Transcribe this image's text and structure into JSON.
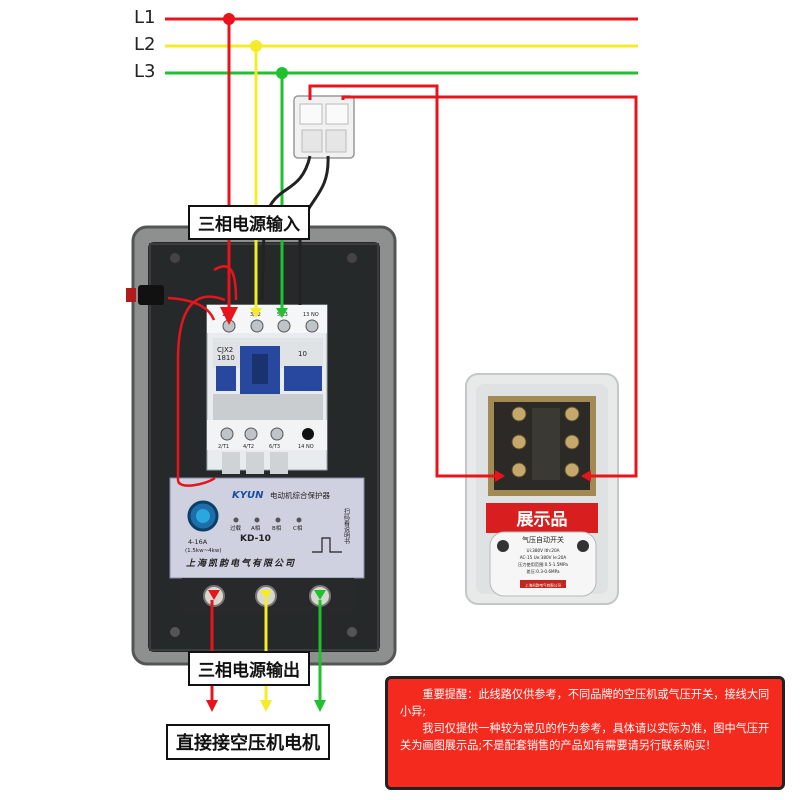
{
  "phases": [
    {
      "label": "L1",
      "color": "#e8141c"
    },
    {
      "label": "L2",
      "color": "#f4ec2a"
    },
    {
      "label": "L3",
      "color": "#1fc22e"
    }
  ],
  "labels": {
    "input": "三相电源输入",
    "output": "三相电源输出",
    "motor": "直接接空压机电机"
  },
  "contactor": {
    "model": "CJX2\n1810",
    "aux": "10",
    "top_terminals": [
      "1/L1",
      "3/L2",
      "5/L3",
      "13 NO"
    ],
    "bottom_terminals": [
      "2/T1",
      "4/T2",
      "6/T3",
      "14 NO"
    ]
  },
  "protector": {
    "brand": "KYUN",
    "name": "电动机综合保护器",
    "model": "KD-10",
    "range": "4-16A",
    "power": "(1.5kw~4kw)",
    "indicators": [
      "过载",
      "A相",
      "B相",
      "C相"
    ],
    "scan_text": "扫码看说明书",
    "manufacturer": "上海凯韵电气有限公司"
  },
  "pressure_switch": {
    "badge": "展示品",
    "title": "气压自动开关",
    "spec_lines": [
      "Ui:380V      Ith:20A",
      "AC-15 Ue:380V    Ie:20A",
      "压力使用范围:0.5-1.5MPa",
      "差压:0.3-0.6MPa"
    ],
    "maker": "上海凯韵电气有限公司"
  },
  "notice": {
    "lines": [
      "重要提醒：此线路仅供参考，不同品牌的空压机或气压开关，接线大同小异;",
      "我司仅提供一种较为常见的作为参考，具体请以实际为准，图中气压开关为画图展示品;不是配套销售的产品如有需要请另行联系购买!"
    ]
  },
  "colors": {
    "red": "#e8141c",
    "yellow": "#f4ec2a",
    "green": "#1fc22e",
    "notice_bg": "#f52a1f",
    "enclosure": "#8a8d8c"
  }
}
